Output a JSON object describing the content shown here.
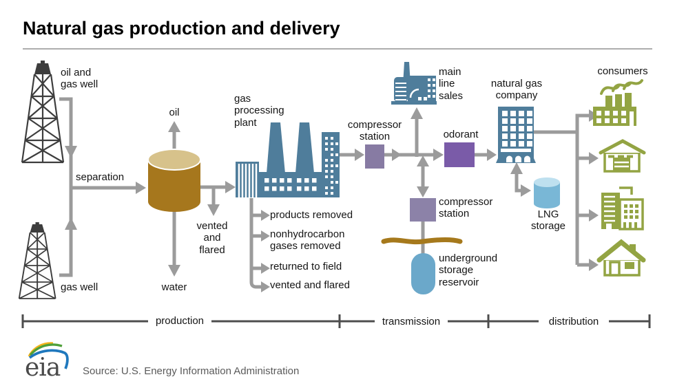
{
  "title": "Natural gas production and delivery",
  "labels": {
    "oil_gas_well": "oil and\ngas well",
    "gas_well": "gas well",
    "separation": "separation",
    "oil": "oil",
    "water": "water",
    "vented_flared_tank": "vented\nand\nflared",
    "gas_processing_plant": "gas\nprocessing\nplant",
    "compressor_station_top": "compressor\nstation",
    "main_line_sales": "main\nline\nsales",
    "odorant": "odorant",
    "natural_gas_company": "natural gas\ncompany",
    "compressor_station_bottom": "compressor\nstation",
    "underground_storage": "underground\nstorage\nreservoir",
    "lng_storage": "LNG\nstorage",
    "consumers": "consumers"
  },
  "plant_outputs": [
    "products removed",
    "nonhydrocarbon\ngases removed",
    "returned to field",
    "vented and flared"
  ],
  "stages": [
    "production",
    "transmission",
    "distribution"
  ],
  "footer": {
    "logo": "eia",
    "source": "Source: U.S. Energy Information Administration"
  },
  "colors": {
    "steel_blue": "#4f7d9b",
    "green": "#93a443",
    "brown": "#a6771d",
    "tan": "#d7c28b",
    "light_blue": "#6ba8ca",
    "lng_blue": "#79b7d6",
    "compressor_purple": "#877ba3",
    "odorant_purple": "#7a5ba8",
    "arrow_gray": "#9b9b9b",
    "scale_gray": "#4d4d4d"
  }
}
